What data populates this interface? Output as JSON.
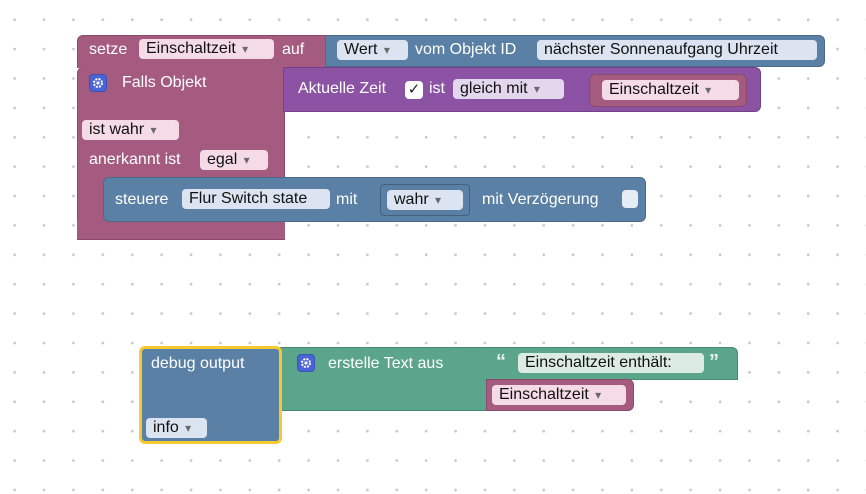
{
  "setze_block": {
    "label": "setze",
    "variable": "Einschaltzeit",
    "auf_label": "auf",
    "wert_dropdown": "Wert",
    "vom_objekt_label": "vom Objekt ID",
    "objekt_id": "nächster Sonnenaufgang Uhrzeit"
  },
  "falls_block": {
    "label": "Falls Objekt",
    "aktuelle_zeit_label": "Aktuelle Zeit",
    "check_glyph": "✓",
    "ist_label": "ist",
    "comparison": "gleich mit",
    "compare_variable": "Einschaltzeit",
    "ist_wahr": "ist wahr",
    "anerkannt_label": "anerkannt ist",
    "anerkannt_value": "egal"
  },
  "steuere_block": {
    "label": "steuere",
    "target": "Flur Switch state",
    "mit_label": "mit",
    "value": "wahr",
    "delay_label": "mit Verzögerung"
  },
  "debug_block": {
    "label": "debug output",
    "level": "info"
  },
  "text_block": {
    "label": "erstelle Text aus",
    "open_quote": "“",
    "string_value": "Einschaltzeit enthält:",
    "close_quote": "”",
    "variable": "Einschaltzeit"
  },
  "colors": {
    "magenta": "#a55b80",
    "blue": "#5b80a5",
    "purple": "#8c52a3",
    "green": "#5ba58c",
    "highlight": "#f5c932"
  }
}
